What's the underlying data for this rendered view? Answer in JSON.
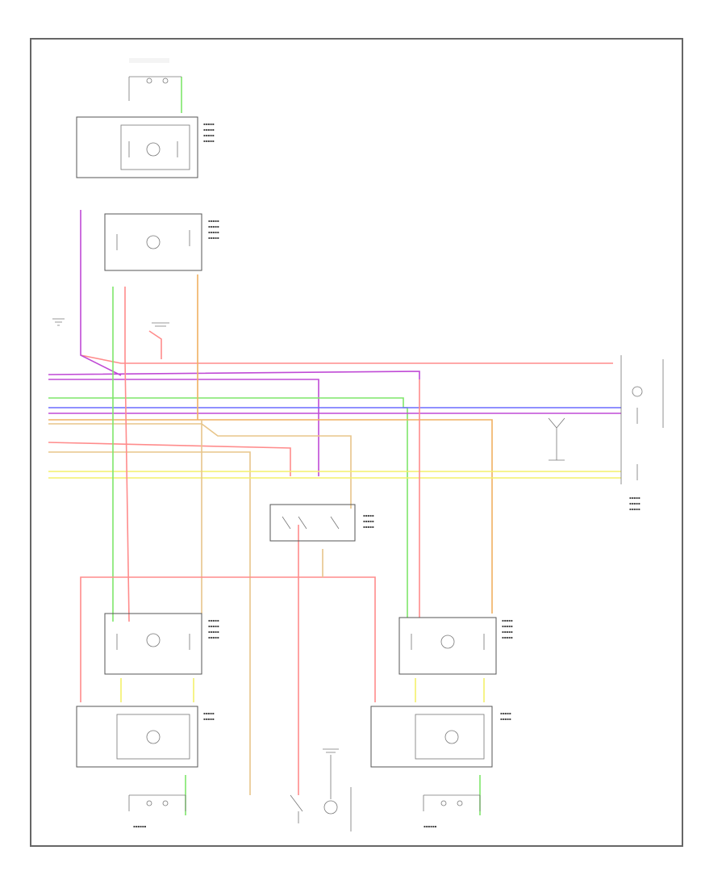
{
  "diagram": {
    "footer_left": "",
    "footer_right": "",
    "components": [
      {
        "id": "rr-door-lock-motor",
        "label": ""
      },
      {
        "id": "rr-door-lock-switch-upper",
        "label": ""
      },
      {
        "id": "rr-door-lock-switch-lower",
        "label": ""
      },
      {
        "id": "lf-door-lock-switch",
        "label": ""
      },
      {
        "id": "lf-door-lock-motor",
        "label": ""
      },
      {
        "id": "rf-door-lock-switch",
        "label": ""
      },
      {
        "id": "rf-door-lock-motor",
        "label": ""
      },
      {
        "id": "center-relay",
        "label": ""
      },
      {
        "id": "left-front-door-connector",
        "label": ""
      },
      {
        "id": "trunk-switch",
        "label": ""
      }
    ],
    "wire_colors": {
      "red": "#ff8c8c",
      "violet": "#c04bd6",
      "green": "#7ee66a",
      "blue": "#6b6bff",
      "yellow": "#f3f06a",
      "tan": "#e8c58a",
      "orange": "#f0b060",
      "black": "#444444"
    }
  }
}
